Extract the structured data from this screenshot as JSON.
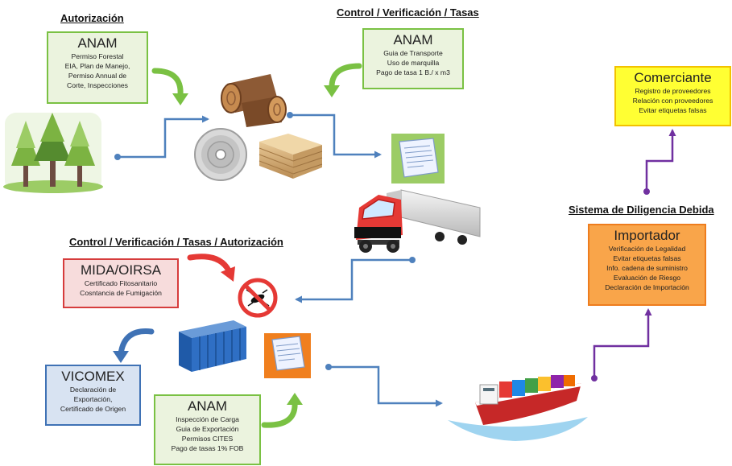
{
  "headers": {
    "autorizacion": "Autorización",
    "control_top": "Control / Verificación / Tasas",
    "control_bottom": "Control / Verificación / Tasas / Autorización",
    "diligencia": "Sistema de Diligencia Debida"
  },
  "boxes": {
    "anam_permiso": {
      "title": "ANAM",
      "lines": [
        "Permiso Forestal",
        "EIA, Plan de Manejo,",
        "Permiso Annual de",
        "Corte, Inspecciones"
      ]
    },
    "anam_transporte": {
      "title": "ANAM",
      "lines": [
        "Guia de Transporte",
        "Uso de marquilla",
        "Pago de tasa 1 B./ x m3"
      ]
    },
    "comerciante": {
      "title": "Comerciante",
      "lines": [
        "Registro de proveedores",
        "Relación con proveedores",
        "Evitar etiquetas falsas"
      ]
    },
    "importador": {
      "title": "Importador",
      "lines": [
        "Verificación de Legalidad",
        "Evitar etiquetas falsas",
        "Info. cadena de suministro",
        "Evaluación de Riesgo",
        "Declaración de Importación"
      ]
    },
    "mida": {
      "title": "MIDA/OIRSA",
      "lines": [
        "Certificado Fitosanitario",
        "Cosntancia de Fumigación"
      ]
    },
    "vicomex": {
      "title": "VICOMEX",
      "lines": [
        "Declaración de",
        "Exportación,",
        "Certificado de Origen"
      ]
    },
    "anam_carga": {
      "title": "ANAM",
      "lines": [
        "Inspección de Carga",
        "Guia de Exportación",
        "Permisos CITES",
        "Pago de tasas 1% FOB"
      ]
    }
  },
  "icons": [
    "forest-icon",
    "logs-icon",
    "saw-blade-icon",
    "lumber-stack-icon",
    "document-icon",
    "truck-icon",
    "no-pest-icon",
    "shipping-container-icon",
    "export-document-icon",
    "cargo-ship-icon"
  ],
  "colors": {
    "flow_arrow": "#4f81bd",
    "diligence_arrow": "#7030a0",
    "green_accent": "#7ac143",
    "red_accent": "#e53935",
    "blue_accent": "#3f72b5"
  }
}
